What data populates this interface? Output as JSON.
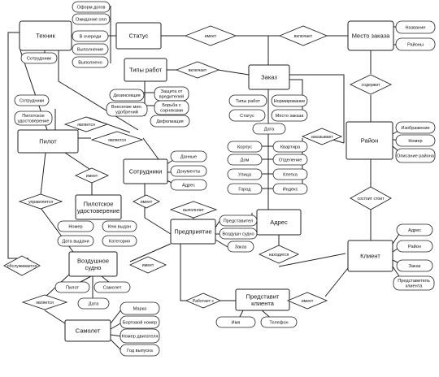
{
  "entities": [
    {
      "id": "tehnik",
      "label": "Техник"
    },
    {
      "id": "status",
      "label": "Статус"
    },
    {
      "id": "mesto",
      "label": "Место заказа"
    },
    {
      "id": "tipy",
      "label": "Типы работ"
    },
    {
      "id": "zakaz",
      "label": "Заказ"
    },
    {
      "id": "pilot",
      "label": "Пилот"
    },
    {
      "id": "sotr",
      "label": "Сотрудники"
    },
    {
      "id": "rayon",
      "label": "Район"
    },
    {
      "id": "pilud",
      "label": "Пилотское удостоверение"
    },
    {
      "id": "adres",
      "label": "Адрес"
    },
    {
      "id": "pred",
      "label": "Предприятие"
    },
    {
      "id": "klient",
      "label": "Клиент"
    },
    {
      "id": "vs",
      "label": "Воздушное судно"
    },
    {
      "id": "predkl",
      "label": "Представит клиента"
    },
    {
      "id": "samolet",
      "label": "Самолет"
    }
  ],
  "attributes": [
    {
      "id": "a1",
      "label": "Сотрудники"
    },
    {
      "id": "a2",
      "label": "Оформ догов"
    },
    {
      "id": "a3",
      "label": "Ожидание опл"
    },
    {
      "id": "a4",
      "label": "В очереди"
    },
    {
      "id": "a5",
      "label": "Выполнение"
    },
    {
      "id": "a6",
      "label": "Выполнено"
    },
    {
      "id": "a7",
      "label": "Название"
    },
    {
      "id": "a8",
      "label": "Районы"
    },
    {
      "id": "a9",
      "label": "Дезинсекция"
    },
    {
      "id": "a10",
      "label": "Защита от вредителей"
    },
    {
      "id": "a11",
      "label": "Внесение мин. удобрений"
    },
    {
      "id": "a12",
      "label": "Борьба с сорняками"
    },
    {
      "id": "a13",
      "label": "Дефолиация"
    },
    {
      "id": "a14",
      "label": "Сотрудники"
    },
    {
      "id": "a15",
      "label": "Пилотское удостоверение"
    },
    {
      "id": "a16",
      "label": "Типы работ"
    },
    {
      "id": "a17",
      "label": "Нормирование"
    },
    {
      "id": "a18",
      "label": "Статус"
    },
    {
      "id": "a19",
      "label": "Место заказа"
    },
    {
      "id": "a20",
      "label": "Дата"
    },
    {
      "id": "a21",
      "label": "Изображение"
    },
    {
      "id": "a22",
      "label": "Номер"
    },
    {
      "id": "a23",
      "label": "Описание района"
    },
    {
      "id": "a24",
      "label": "Корпус"
    },
    {
      "id": "a25",
      "label": "Квартира"
    },
    {
      "id": "a26",
      "label": "Дом"
    },
    {
      "id": "a27",
      "label": "Отделение"
    },
    {
      "id": "a28",
      "label": "Улица"
    },
    {
      "id": "a29",
      "label": "Клетка"
    },
    {
      "id": "a30",
      "label": "Город"
    },
    {
      "id": "a31",
      "label": "Индекс"
    },
    {
      "id": "a32",
      "label": "Данные"
    },
    {
      "id": "a33",
      "label": "Документы"
    },
    {
      "id": "a34",
      "label": "Адрес"
    },
    {
      "id": "a35",
      "label": "Номер"
    },
    {
      "id": "a36",
      "label": "Кем выдан"
    },
    {
      "id": "a37",
      "label": "Дата выдачи"
    },
    {
      "id": "a38",
      "label": "Категория"
    },
    {
      "id": "a39",
      "label": "Представител"
    },
    {
      "id": "a40",
      "label": "Воздушн судно"
    },
    {
      "id": "a41",
      "label": "Заказ"
    },
    {
      "id": "a42",
      "label": "Адрес"
    },
    {
      "id": "a43",
      "label": "Район"
    },
    {
      "id": "a44",
      "label": "Заказ"
    },
    {
      "id": "a45",
      "label": "Представитель клиента"
    },
    {
      "id": "a46",
      "label": "Пилот"
    },
    {
      "id": "a47",
      "label": "Самолет"
    },
    {
      "id": "a48",
      "label": "Дата"
    },
    {
      "id": "a49",
      "label": "Имя"
    },
    {
      "id": "a50",
      "label": "Телефон"
    },
    {
      "id": "a51",
      "label": "Марка"
    },
    {
      "id": "a52",
      "label": "Бортовой номер"
    },
    {
      "id": "a53",
      "label": "Номер двигателя"
    },
    {
      "id": "a54",
      "label": "Год выпуска"
    }
  ],
  "relationships": [
    {
      "id": "r1",
      "label": "имеет"
    },
    {
      "id": "r2",
      "label": "включает"
    },
    {
      "id": "r3",
      "label": "включает"
    },
    {
      "id": "r4",
      "label": "содержит"
    },
    {
      "id": "r5",
      "label": "является"
    },
    {
      "id": "r6",
      "label": "является"
    },
    {
      "id": "r7",
      "label": "заказывает"
    },
    {
      "id": "r8",
      "label": "имеет"
    },
    {
      "id": "r9",
      "label": "состоит стоит"
    },
    {
      "id": "r10",
      "label": "управляется"
    },
    {
      "id": "r11",
      "label": "имеет"
    },
    {
      "id": "r12",
      "label": "выполняет"
    },
    {
      "id": "r13",
      "label": "находится"
    },
    {
      "id": "r14",
      "label": "обслуживается"
    },
    {
      "id": "r15",
      "label": "имеет"
    },
    {
      "id": "r16",
      "label": "является"
    },
    {
      "id": "r17",
      "label": "Работает с"
    },
    {
      "id": "r18",
      "label": "имеет"
    }
  ]
}
